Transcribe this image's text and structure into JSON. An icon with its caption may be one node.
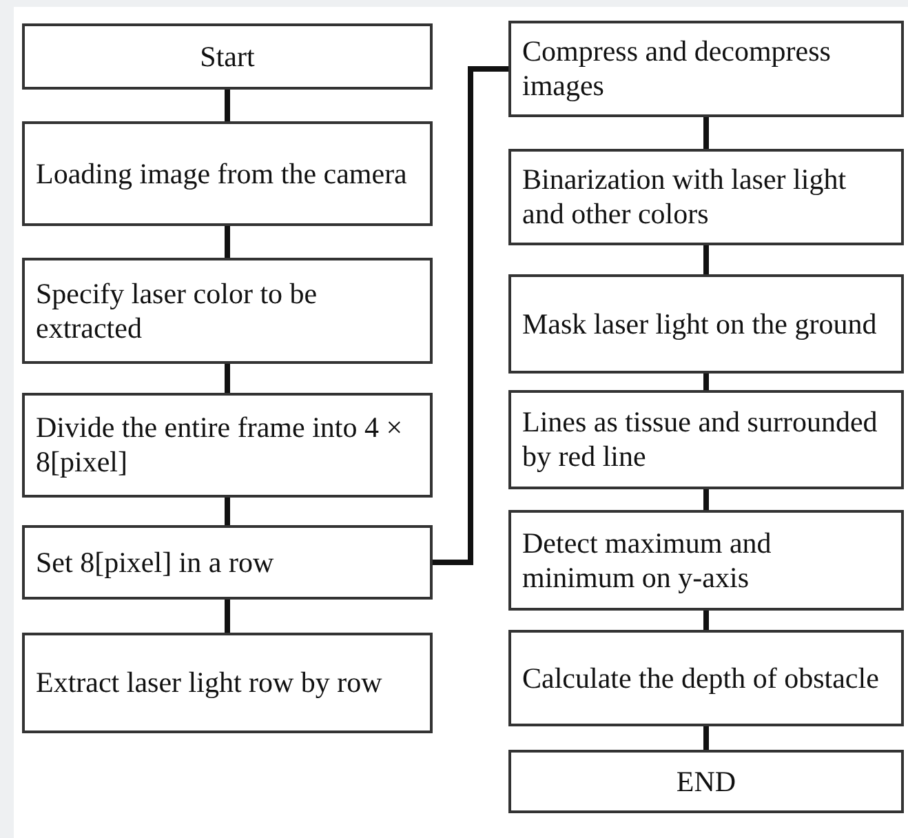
{
  "diagram": {
    "nodes": [
      {
        "text": [
          "Start"
        ]
      },
      {
        "text": [
          "Loading image from the camera"
        ]
      },
      {
        "text": [
          "Specify laser color to be extracted"
        ]
      },
      {
        "text": [
          "Divide the entire frame into 4 × 8[pixel]"
        ]
      },
      {
        "text": [
          "Set 8[pixel] in a row"
        ]
      },
      {
        "text": [
          "Extract laser light row by row"
        ]
      },
      {
        "text": [
          "Compress and decompress images"
        ]
      },
      {
        "text": [
          "Binarization with laser light and other colors"
        ]
      },
      {
        "text": [
          "Mask laser light on the ground"
        ]
      },
      {
        "text": [
          "Lines as tissue and surrounded by red line"
        ]
      },
      {
        "text": [
          "Detect maximum and minimum on y-axis"
        ]
      },
      {
        "text": [
          "Calculate the depth of obstacle"
        ]
      },
      {
        "text": [
          "END"
        ]
      }
    ],
    "edges": [
      {
        "from": 0,
        "to": 1,
        "arrow": "none"
      },
      {
        "from": 1,
        "to": 2,
        "arrow": "none"
      },
      {
        "from": 2,
        "to": 3,
        "arrow": "none"
      },
      {
        "from": 3,
        "to": 4,
        "arrow": "none"
      },
      {
        "from": 4,
        "to": 5,
        "arrow": "none"
      },
      {
        "from": 4,
        "to": 6,
        "arrow": "none"
      },
      {
        "from": 6,
        "to": 7,
        "arrow": "none"
      },
      {
        "from": 7,
        "to": 8,
        "arrow": "none"
      },
      {
        "from": 8,
        "to": 9,
        "arrow": "none"
      },
      {
        "from": 9,
        "to": 10,
        "arrow": "none"
      },
      {
        "from": 10,
        "to": 11,
        "arrow": "none"
      },
      {
        "from": 11,
        "to": 12,
        "arrow": "none"
      }
    ]
  }
}
